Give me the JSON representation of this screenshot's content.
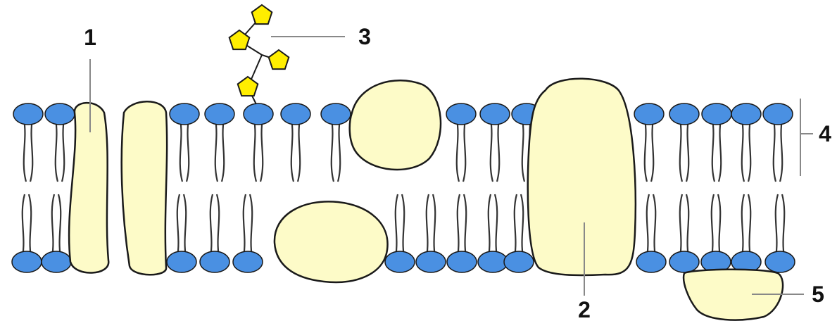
{
  "labels": {
    "label_1": "1",
    "label_2": "2",
    "label_3": "3",
    "label_4": "4",
    "label_5": "5"
  },
  "colors": {
    "phospholipid_head": "#4a90e2",
    "protein_fill": "#fdfbc8",
    "carbohydrate_fill": "#ffee00",
    "outline": "#1a1a1a",
    "tail": "#333333",
    "leader_line": "#888888"
  }
}
